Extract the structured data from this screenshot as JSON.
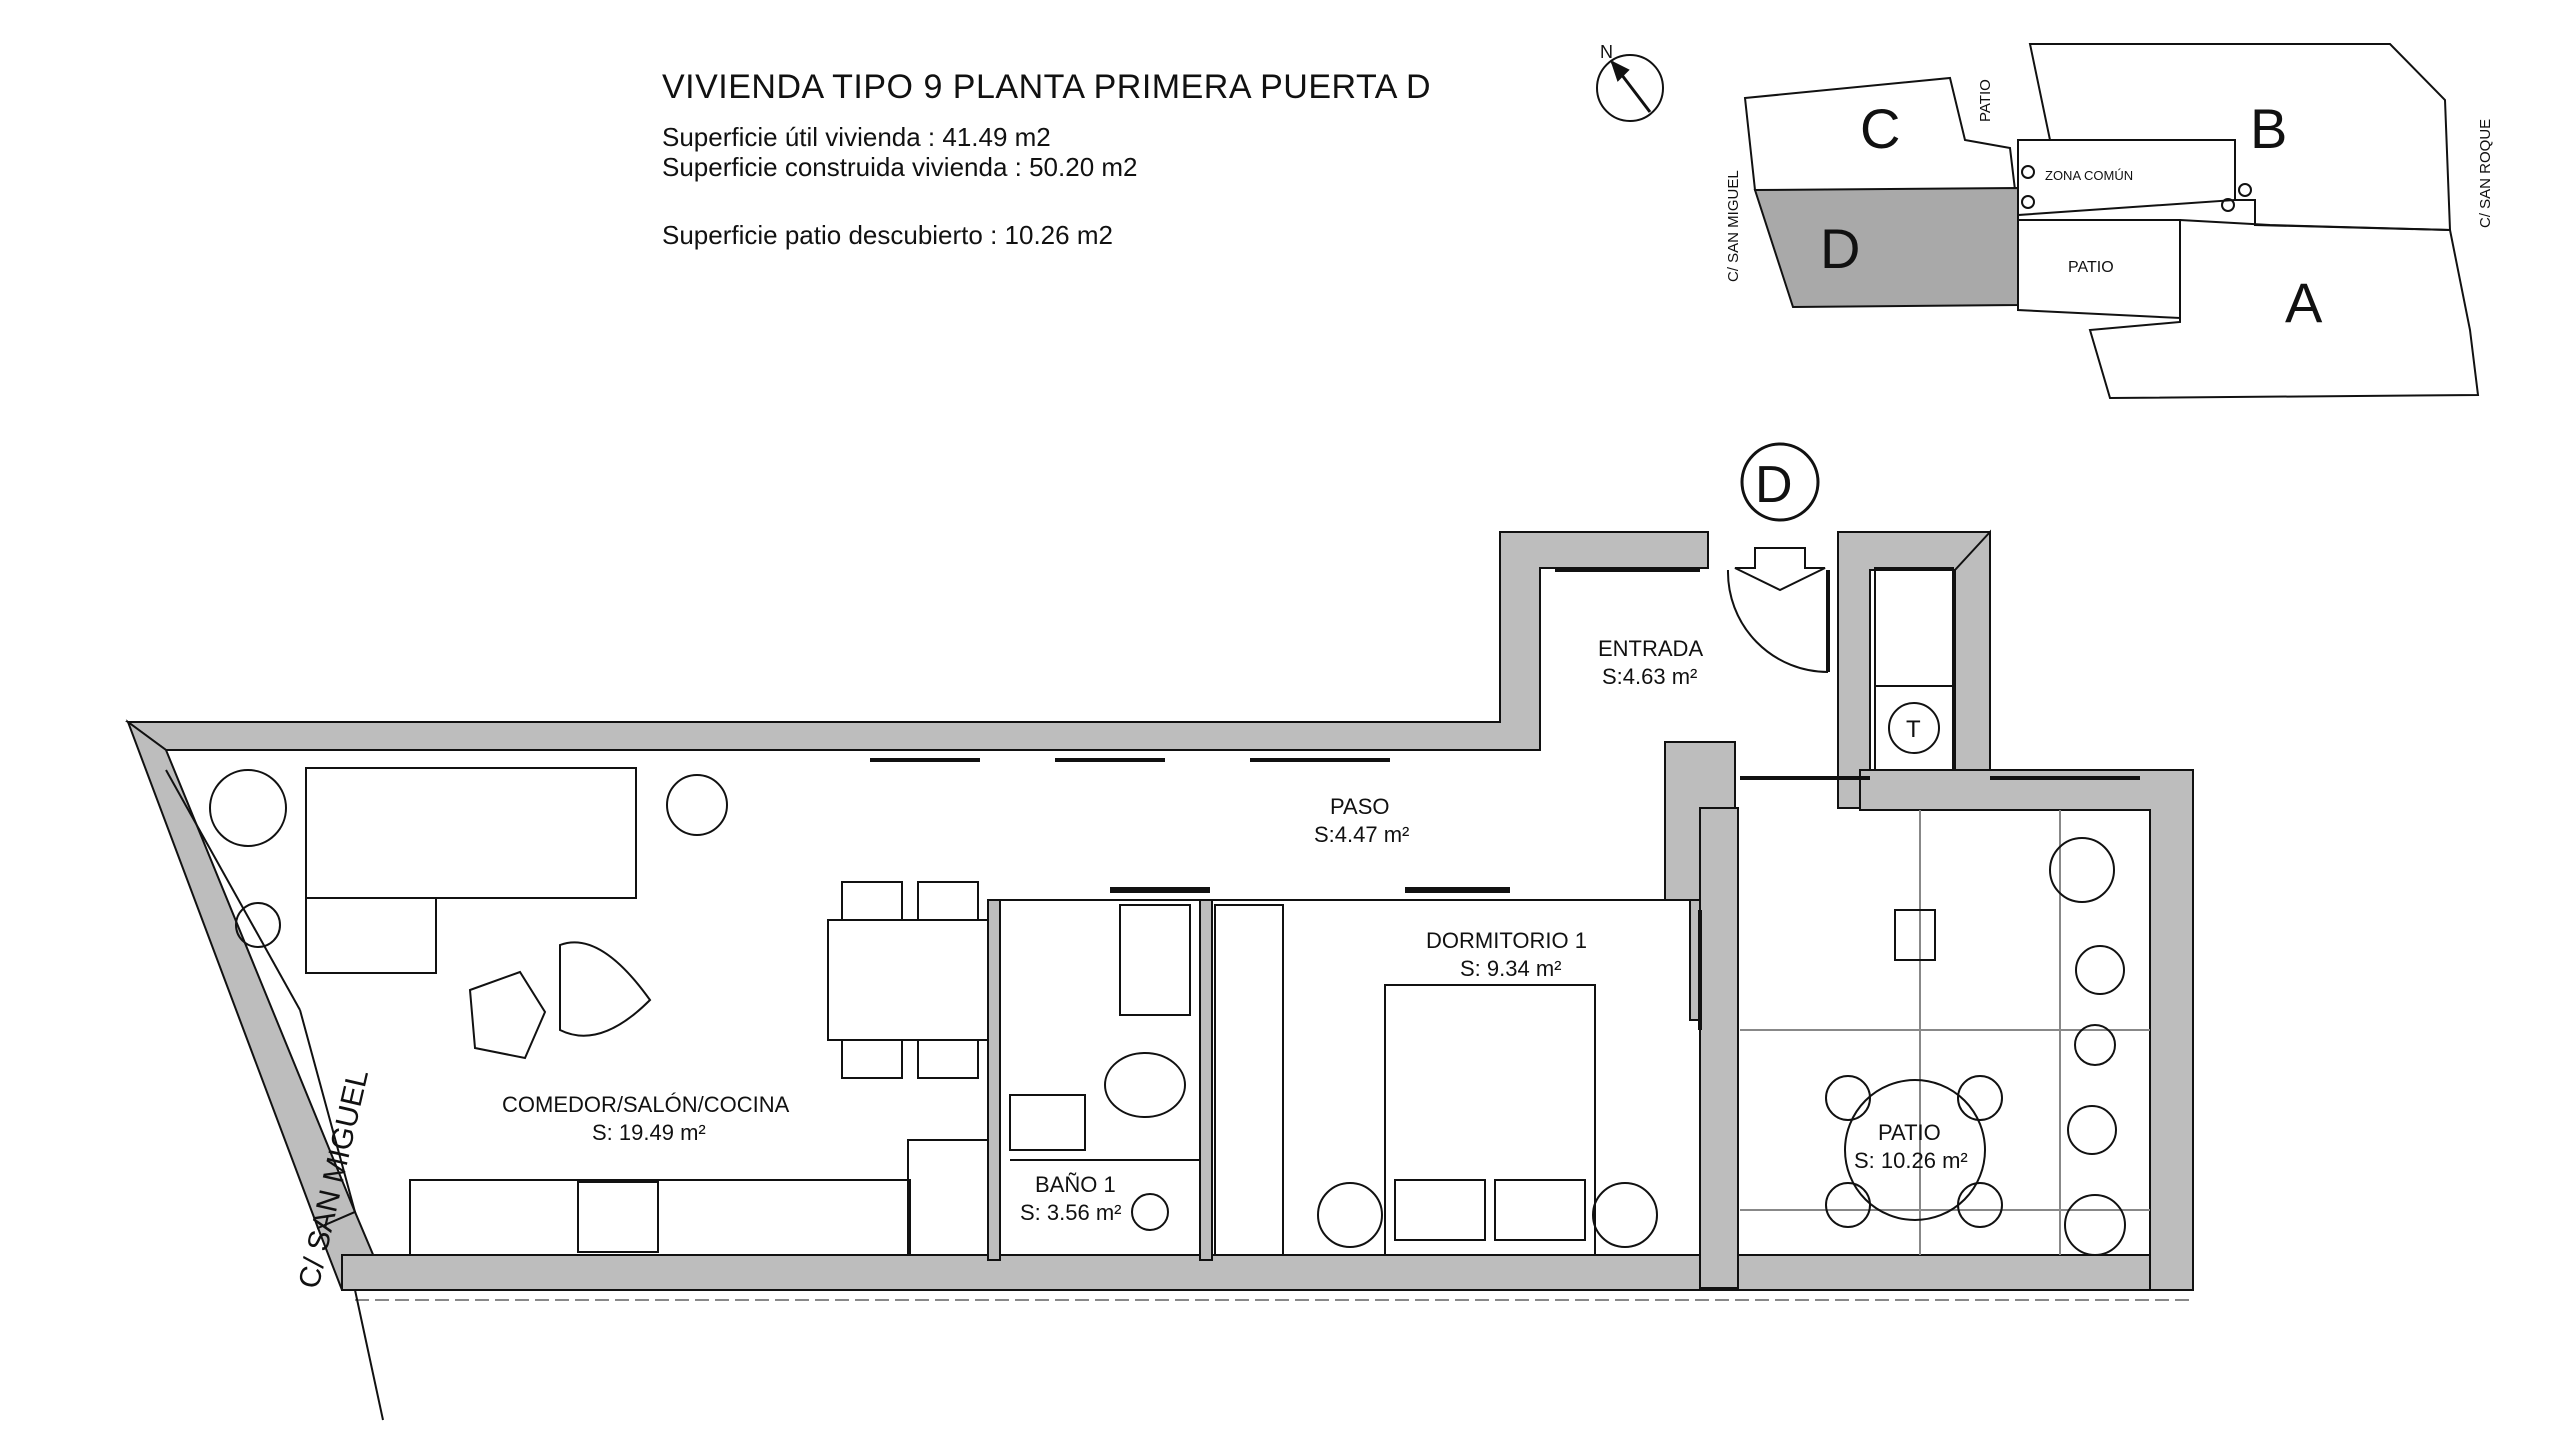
{
  "header": {
    "title": "VIVIENDA TIPO 9 PLANTA PRIMERA PUERTA D",
    "useful_area": "Superficie útil vivienda : 41.49 m2",
    "built_area": "Superficie construida vivienda : 50.20 m2",
    "patio_area": "Superficie patio descubierto : 10.26 m2"
  },
  "key_plan": {
    "north": "N",
    "units": [
      "A",
      "B",
      "C",
      "D"
    ],
    "highlighted_unit": "D",
    "patio_top": "PATIO",
    "patio_bottom": "PATIO",
    "common_zone": "ZONA COMÚN",
    "street_left": "C/ SAN MIGUEL",
    "street_right": "C/ SAN ROQUE"
  },
  "floor_plan": {
    "door_label": "D",
    "street": "C/ SAN MIGUEL",
    "thermo_label": "T",
    "rooms": [
      {
        "name": "ENTRADA",
        "area": "S:4.63 m²"
      },
      {
        "name": "PASO",
        "area": "S:4.47 m²"
      },
      {
        "name": "DORMITORIO 1",
        "area": "S: 9.34 m²"
      },
      {
        "name": "COMEDOR/SALÓN/COCINA",
        "area": "S: 19.49 m²"
      },
      {
        "name": "BAÑO 1",
        "area": "S: 3.56 m²"
      },
      {
        "name": "PATIO",
        "area": "S: 10.26 m²"
      }
    ]
  },
  "colors": {
    "wall_fill": "#bdbdbd",
    "highlight_fill": "#a9a9a9",
    "line": "#111111"
  }
}
